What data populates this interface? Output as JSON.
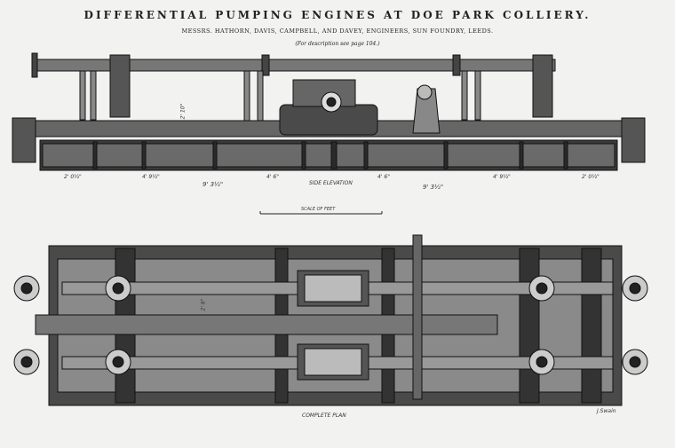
{
  "title": "DIFFERENTIAL PUMPING ENGINES AT DOE PARK COLLIERY.",
  "subtitle": "MESSRS. HATHORN, DAVIS, CAMPBELL, AND DAVEY, ENGINEERS, SUN FOUNDRY, LEEDS.",
  "description_note": "(For description see page 104.)",
  "side_elevation": {
    "label": "SIDE ELEVATION",
    "dimensions": [
      "2' 0½\"",
      "4' 9½\"",
      "4' 6\"",
      "4' 6\"",
      "4' 9½\"",
      "2' 0½\""
    ],
    "half_lengths": [
      "9' 3½\"",
      "9' 3½\""
    ],
    "height": "2' 10\""
  },
  "scale": {
    "label": "SCALE OF FEET"
  },
  "plan": {
    "label": "COMPLETE PLAN",
    "width": "2' 6\""
  },
  "signature": "J.Swain"
}
